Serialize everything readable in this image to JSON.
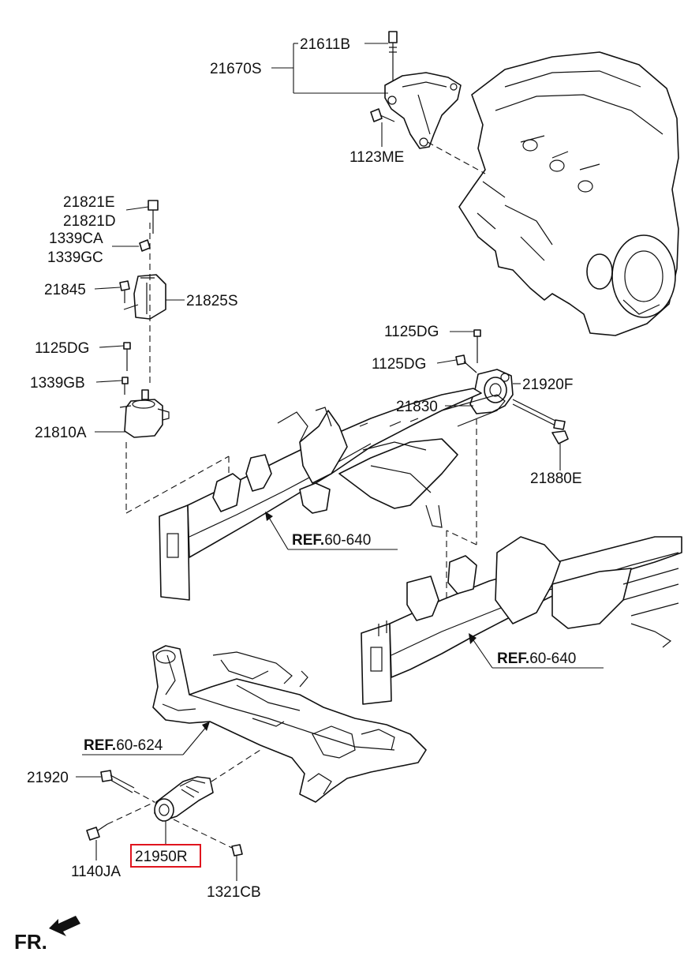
{
  "labels": {
    "p21611B": "21611B",
    "p21670S": "21670S",
    "p1123ME": "1123ME",
    "p21821E": "21821E",
    "p21821D": "21821D",
    "p1339CA": "1339CA",
    "p1339GC": "1339GC",
    "p21845": "21845",
    "p21825S": "21825S",
    "p1125DG_left": "1125DG",
    "p1339GB": "1339GB",
    "p21810A": "21810A",
    "p1125DG_right_top": "1125DG",
    "p1125DG_right_mid": "1125DG",
    "p21920F": "21920F",
    "p21830": "21830",
    "p21880E": "21880E",
    "p21920": "21920",
    "p1140JA": "1140JA",
    "p21950R": "21950R",
    "p1321CB": "1321CB"
  },
  "refs": {
    "ref1": {
      "prefix": "REF.",
      "code": "60-640"
    },
    "ref2": {
      "prefix": "REF.",
      "code": "60-640"
    },
    "ref3": {
      "prefix": "REF.",
      "code": "60-624"
    }
  },
  "direction": {
    "label": "FR."
  },
  "colors": {
    "line": "#111111",
    "highlight": "#e0141e",
    "background": "#ffffff"
  }
}
